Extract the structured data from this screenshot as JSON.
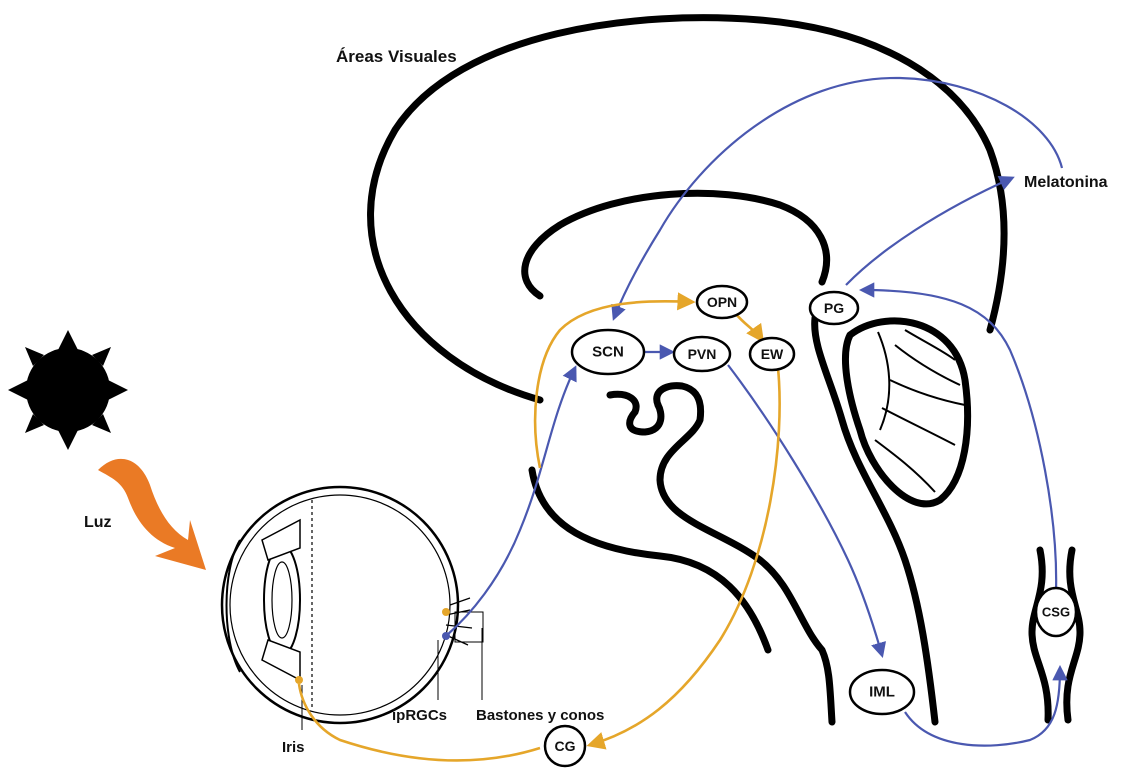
{
  "colors": {
    "blue_pathway": "#4a58b0",
    "orange_pathway": "#e5a62a",
    "light_arrow": "#ea7a25",
    "outline": "#000000"
  },
  "labels": {
    "visual_areas": "Áreas Visuales",
    "melatonin": "Melatonina",
    "light": "Luz",
    "iris": "Iris",
    "iprgcs": "ipRGCs",
    "rods_cones": "Bastones y conos"
  },
  "nodes": {
    "scn": "SCN",
    "pvn": "PVN",
    "opn": "OPN",
    "ew": "EW",
    "pg": "PG",
    "iml": "IML",
    "csg": "CSG",
    "cg": "CG"
  },
  "icons": {
    "sun": "sun-icon",
    "light_arrow": "wavy-arrow-icon",
    "eye": "eye-icon"
  }
}
